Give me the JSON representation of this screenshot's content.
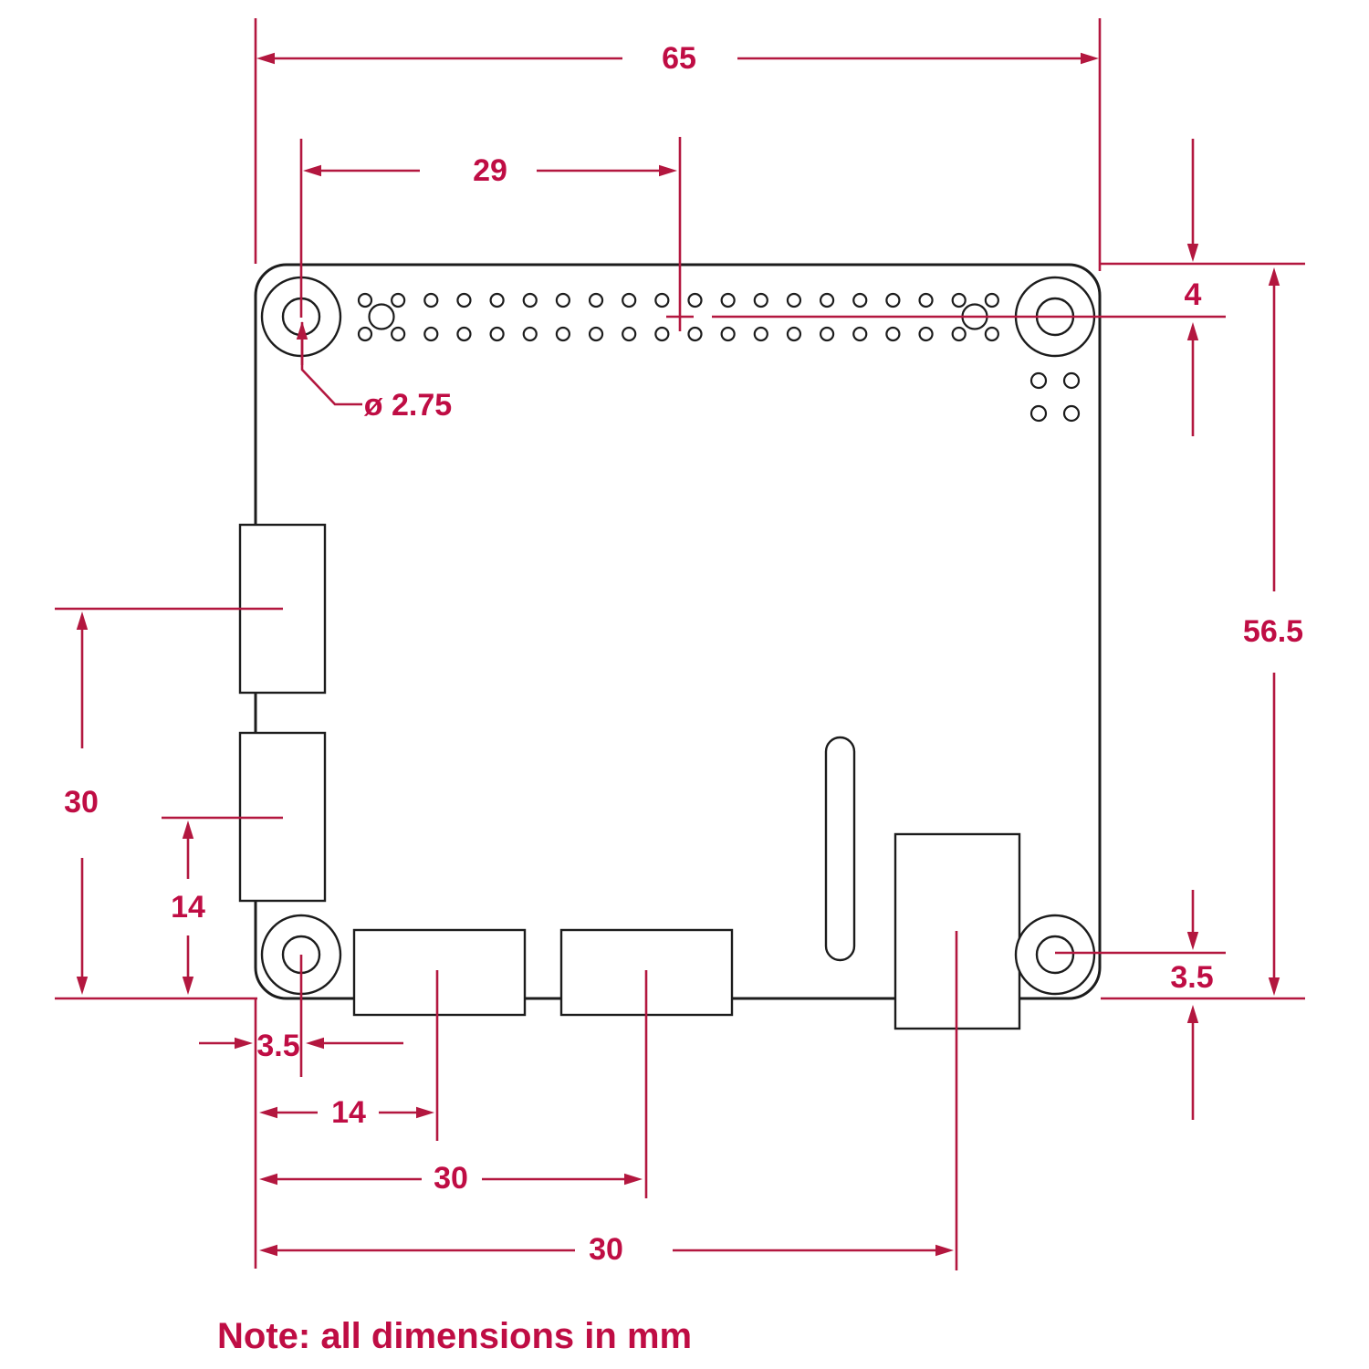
{
  "title": "board-mechanical-drawing",
  "note": "Note: all dimensions in mm",
  "colors": {
    "accent": "#b3173f",
    "accent_text": "#bf0d44",
    "ink": "#1c1c1c",
    "background": "#ffffff"
  },
  "dims": {
    "board_width": "65",
    "hole_span": "29",
    "pin_row_offset": "4",
    "hole_diameter": "ø 2.75",
    "board_height": "56.5",
    "hole_inset_right": "3.5",
    "left_conn_upper_center": "30",
    "left_conn_lower_center": "14",
    "hole_inset_left": "3.5",
    "bottom_conn1_center": "14",
    "bottom_conn2_center": "30",
    "bottom_conn3_center": "30"
  }
}
